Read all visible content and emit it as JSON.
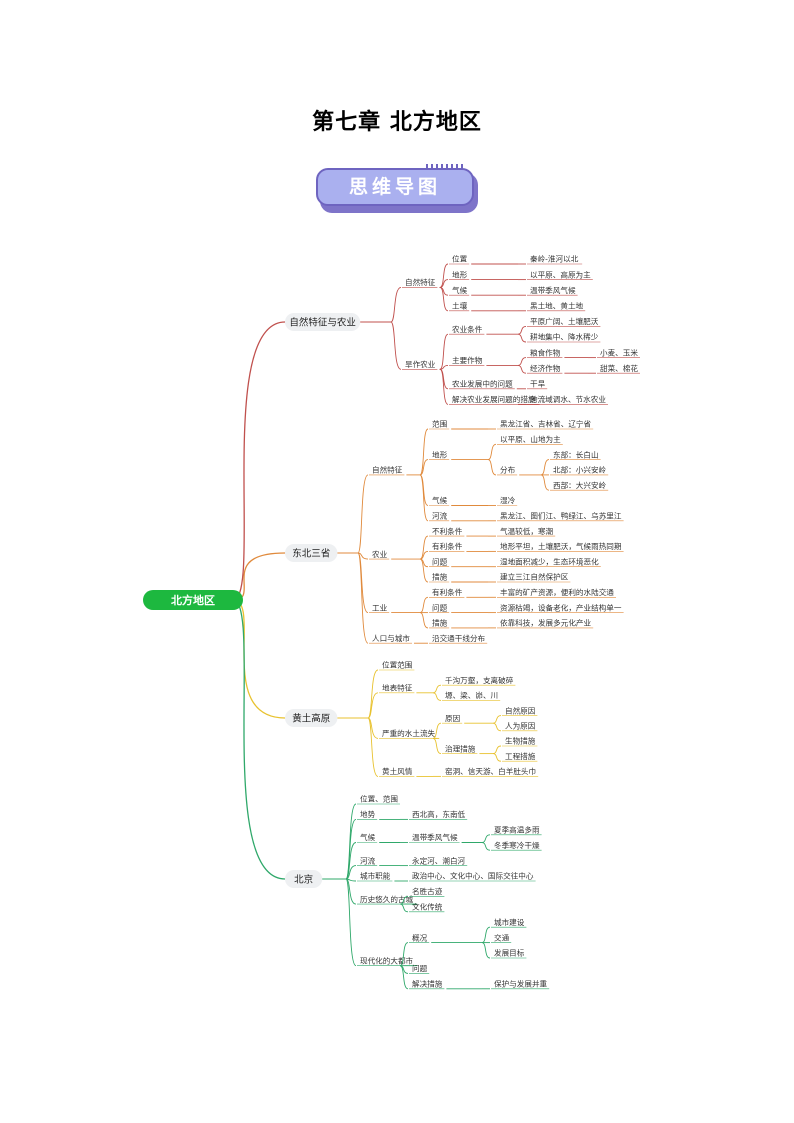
{
  "title": "第七章  北方地区",
  "banner": "思维导图",
  "colors": {
    "root": "#1db83f",
    "b1": "#c0504d",
    "b2": "#e08a3c",
    "b3": "#e8c22f",
    "b4": "#2fa86a"
  },
  "mindmap": {
    "root": "北方地区",
    "branches": [
      {
        "label": "自然特征与农业",
        "children": [
          {
            "label": "自然特征",
            "children": [
              {
                "label": "位置",
                "children": [
                  {
                    "label": "秦岭-淮河以北"
                  }
                ]
              },
              {
                "label": "地形",
                "children": [
                  {
                    "label": "以平原、高原为主"
                  }
                ]
              },
              {
                "label": "气候",
                "children": [
                  {
                    "label": "温带季风气候"
                  }
                ]
              },
              {
                "label": "土壤",
                "children": [
                  {
                    "label": "黑土地、黄土地"
                  }
                ]
              }
            ]
          },
          {
            "label": "旱作农业",
            "children": [
              {
                "label": "农业条件",
                "children": [
                  {
                    "label": "平原广阔、土壤肥沃"
                  },
                  {
                    "label": "耕地集中、降水稀少"
                  }
                ]
              },
              {
                "label": "主要作物",
                "children": [
                  {
                    "label": "粮食作物",
                    "children": [
                      {
                        "label": "小麦、玉米"
                      }
                    ]
                  },
                  {
                    "label": "经济作物",
                    "children": [
                      {
                        "label": "甜菜、棉花"
                      }
                    ]
                  }
                ]
              },
              {
                "label": "农业发展中的问题",
                "children": [
                  {
                    "label": "干旱"
                  }
                ]
              },
              {
                "label": "解决农业发展问题的措施",
                "children": [
                  {
                    "label": "跨流域调水、节水农业"
                  }
                ]
              }
            ]
          }
        ]
      },
      {
        "label": "东北三省",
        "children": [
          {
            "label": "自然特征",
            "children": [
              {
                "label": "范围",
                "children": [
                  {
                    "label": "黑龙江省、吉林省、辽宁省"
                  }
                ]
              },
              {
                "label": "地形",
                "children": [
                  {
                    "label": "以平原、山地为主"
                  },
                  {
                    "label": "分布",
                    "children": [
                      {
                        "label": "东部：长白山"
                      },
                      {
                        "label": "北部：小兴安岭"
                      },
                      {
                        "label": "西部：大兴安岭"
                      }
                    ]
                  }
                ]
              },
              {
                "label": "气候",
                "children": [
                  {
                    "label": "湿冷"
                  }
                ]
              },
              {
                "label": "河流",
                "children": [
                  {
                    "label": "黑龙江、图们江、鸭绿江、乌苏里江"
                  }
                ]
              }
            ]
          },
          {
            "label": "农业",
            "children": [
              {
                "label": "不利条件",
                "children": [
                  {
                    "label": "气温较低，寒潮"
                  }
                ]
              },
              {
                "label": "有利条件",
                "children": [
                  {
                    "label": "地形平坦，土壤肥沃，气候雨热同期"
                  }
                ]
              },
              {
                "label": "问题",
                "children": [
                  {
                    "label": "湿地面积减少，生态环境恶化"
                  }
                ]
              },
              {
                "label": "措施",
                "children": [
                  {
                    "label": "建立三江自然保护区"
                  }
                ]
              }
            ]
          },
          {
            "label": "工业",
            "children": [
              {
                "label": "有利条件",
                "children": [
                  {
                    "label": "丰富的矿产资源，便利的水陆交通"
                  }
                ]
              },
              {
                "label": "问题",
                "children": [
                  {
                    "label": "资源枯竭，设备老化，产业结构单一"
                  }
                ]
              },
              {
                "label": "措施",
                "children": [
                  {
                    "label": "依靠科技，发展多元化产业"
                  }
                ]
              }
            ]
          },
          {
            "label": "人口与城市",
            "children": [
              {
                "label": "沿交通干线分布"
              }
            ]
          }
        ]
      },
      {
        "label": "黄土高原",
        "children": [
          {
            "label": "位置范围"
          },
          {
            "label": "地表特征",
            "children": [
              {
                "label": "千沟万壑，支离破碎"
              },
              {
                "label": "塬、梁、峁、川"
              }
            ]
          },
          {
            "label": "严重的水土流失",
            "children": [
              {
                "label": "原因",
                "children": [
                  {
                    "label": "自然原因"
                  },
                  {
                    "label": "人为原因"
                  }
                ]
              },
              {
                "label": "治理措施",
                "children": [
                  {
                    "label": "生物措施"
                  },
                  {
                    "label": "工程措施"
                  }
                ]
              }
            ]
          },
          {
            "label": "黄土风情",
            "children": [
              {
                "label": "窑洞、信天游、白羊肚头巾"
              }
            ]
          }
        ]
      },
      {
        "label": "北京",
        "children": [
          {
            "label": "位置、范围"
          },
          {
            "label": "地势",
            "children": [
              {
                "label": "西北高，东南低"
              }
            ]
          },
          {
            "label": "气候",
            "children": [
              {
                "label": "温带季风气候",
                "children": [
                  {
                    "label": "夏季高温多雨"
                  },
                  {
                    "label": "冬季寒冷干燥"
                  }
                ]
              }
            ]
          },
          {
            "label": "河流",
            "children": [
              {
                "label": "永定河、潮白河"
              }
            ]
          },
          {
            "label": "城市职能",
            "children": [
              {
                "label": "政治中心、文化中心、国际交往中心"
              }
            ]
          },
          {
            "label": "历史悠久的古城",
            "children": [
              {
                "label": "名胜古迹"
              },
              {
                "label": "文化传统"
              }
            ]
          },
          {
            "label": "现代化的大都市",
            "children": [
              {
                "label": "概况",
                "children": [
                  {
                    "label": "城市建设"
                  },
                  {
                    "label": "交通"
                  },
                  {
                    "label": "发展目标"
                  }
                ]
              },
              {
                "label": "问题"
              },
              {
                "label": "解决措施",
                "children": [
                  {
                    "label": "保护与发展并重"
                  }
                ]
              }
            ]
          }
        ]
      }
    ]
  }
}
